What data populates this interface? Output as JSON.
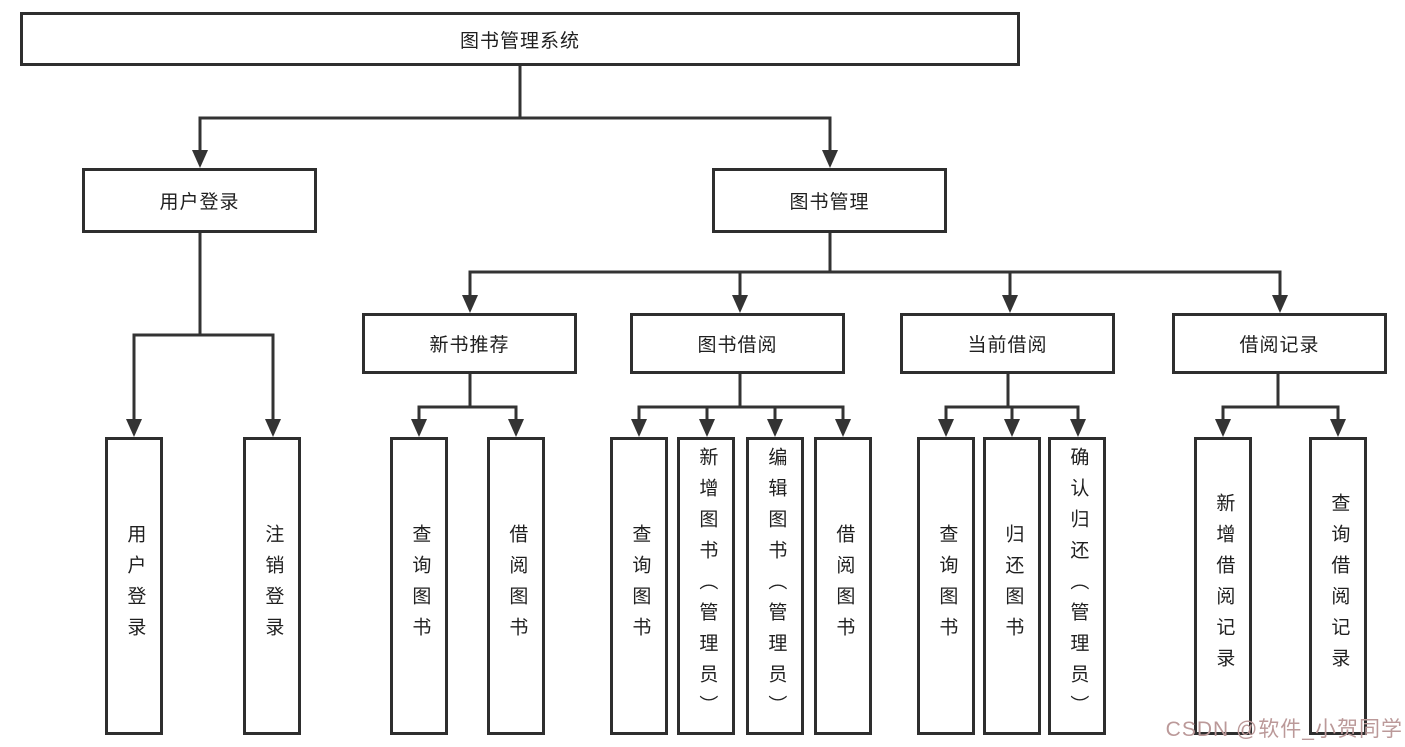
{
  "tree": {
    "root": {
      "label": "图书管理系统"
    },
    "branches": [
      {
        "label": "用户登录",
        "children": [
          {
            "label": "用户登录"
          },
          {
            "label": "注销登录"
          }
        ]
      },
      {
        "label": "图书管理",
        "children": [
          {
            "label": "新书推荐",
            "children": [
              {
                "label": "查询图书"
              },
              {
                "label": "借阅图书"
              }
            ]
          },
          {
            "label": "图书借阅",
            "children": [
              {
                "label": "查询图书"
              },
              {
                "label": "新增图书（管理员）"
              },
              {
                "label": "编辑图书（管理员）"
              },
              {
                "label": "借阅图书"
              }
            ]
          },
          {
            "label": "当前借阅",
            "children": [
              {
                "label": "查询图书"
              },
              {
                "label": "归还图书"
              },
              {
                "label": "确认归还（管理员）"
              }
            ]
          },
          {
            "label": "借阅记录",
            "children": [
              {
                "label": "新增借阅记录"
              },
              {
                "label": "查询借阅记录"
              }
            ]
          }
        ]
      }
    ]
  },
  "watermark": {
    "text": "CSDN @软件_小贺同学"
  },
  "colors": {
    "line": "#333333",
    "box_border": "#2e2e2e",
    "text": "#1f1f1f",
    "background": "#ffffff",
    "watermark": "#bb9999"
  }
}
